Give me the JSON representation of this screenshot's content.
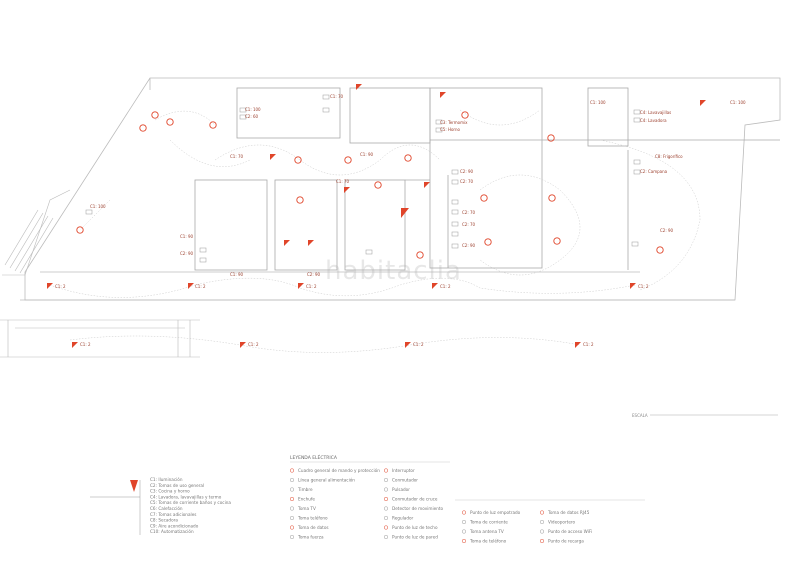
{
  "watermark": "habitaclia",
  "scale_label": "ESCALA",
  "legend": {
    "title": "LEYENDA ELÉCTRICA",
    "col1": [
      "Cuadro general de mando y protección",
      "Línea general alimentación",
      "Timbre",
      "Enchufe",
      "Toma TV",
      "Toma teléfono",
      "Toma de datos",
      "Toma fuerza"
    ],
    "col2": [
      "Interruptor",
      "Conmutador",
      "Pulsador",
      "Conmutador de cruce",
      "Detector de movimiento",
      "Regulador",
      "Punto de luz de techo",
      "Punto de luz de pared"
    ],
    "col3": [
      "Punto de luz empotrado",
      "Toma de corriente",
      "Toma antena TV",
      "Toma de teléfono"
    ],
    "col4": [
      "Toma de datos RJ45",
      "Videoportero",
      "Punto de acceso WiFi",
      "Punto de recarga"
    ]
  },
  "circuits": {
    "items": [
      "C1: Iluminación",
      "C2: Tomas de uso general",
      "C3: Cocina y horno",
      "C4: Lavadora, lavavajillas y termo",
      "C5: Tomas de corriente baños y cocina",
      "C6: Calefacción",
      "C7: Tomas adicionales",
      "C8: Secadora",
      "C9: Aire acondicionado",
      "C10: Automatización"
    ]
  },
  "colors": {
    "accent": "#e0452a",
    "line": "#999999",
    "label": "#9a3c2a"
  }
}
